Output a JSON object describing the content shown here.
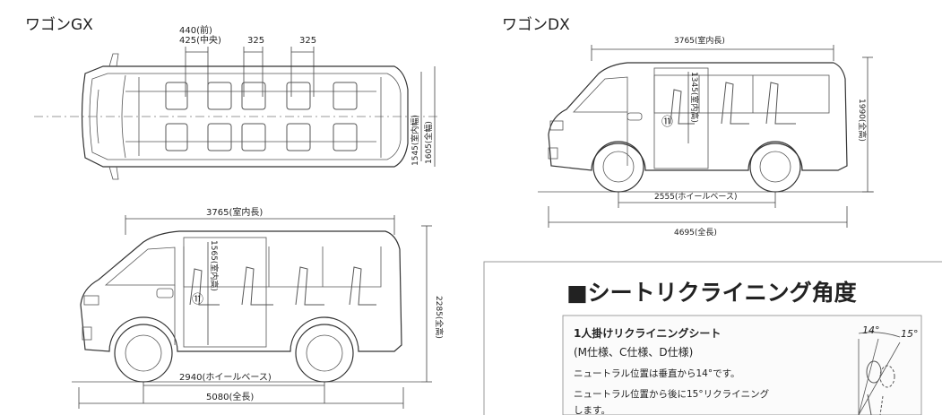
{
  "gx": {
    "title": "ワゴンGX",
    "top_dims": {
      "row1": "440(前)",
      "row1_sub": "425(中央)",
      "d2": "325",
      "d3": "325"
    },
    "width_inner": "1545(室内幅)",
    "width_overall": "1605(全幅)",
    "side": {
      "interior_length": "3765(室内長)",
      "interior_height": "1565(室内高)",
      "overall_height": "2285(全高)",
      "wheelbase": "2940(ホイールベース)",
      "overall_length": "5080(全長)",
      "point_marker": "⑪"
    }
  },
  "dx": {
    "title": "ワゴンDX",
    "interior_length": "3765(室内長)",
    "interior_height": "1345(室内高)",
    "overall_height": "1990(全高)",
    "wheelbase": "2555(ホイールベース)",
    "overall_length": "4695(全長)",
    "point_marker": "⑪"
  },
  "recline": {
    "heading": "■シートリクライニング角度",
    "subheading": "1人掛けリクライニングシート",
    "spec": "(M仕様、C仕様、D仕様)",
    "line1": "ニュートラル位置は垂直から14°です。",
    "line2": "ニュートラル位置から後に15°リクライニング",
    "line3": "します。",
    "angle1": "14°",
    "angle2": "15°"
  }
}
